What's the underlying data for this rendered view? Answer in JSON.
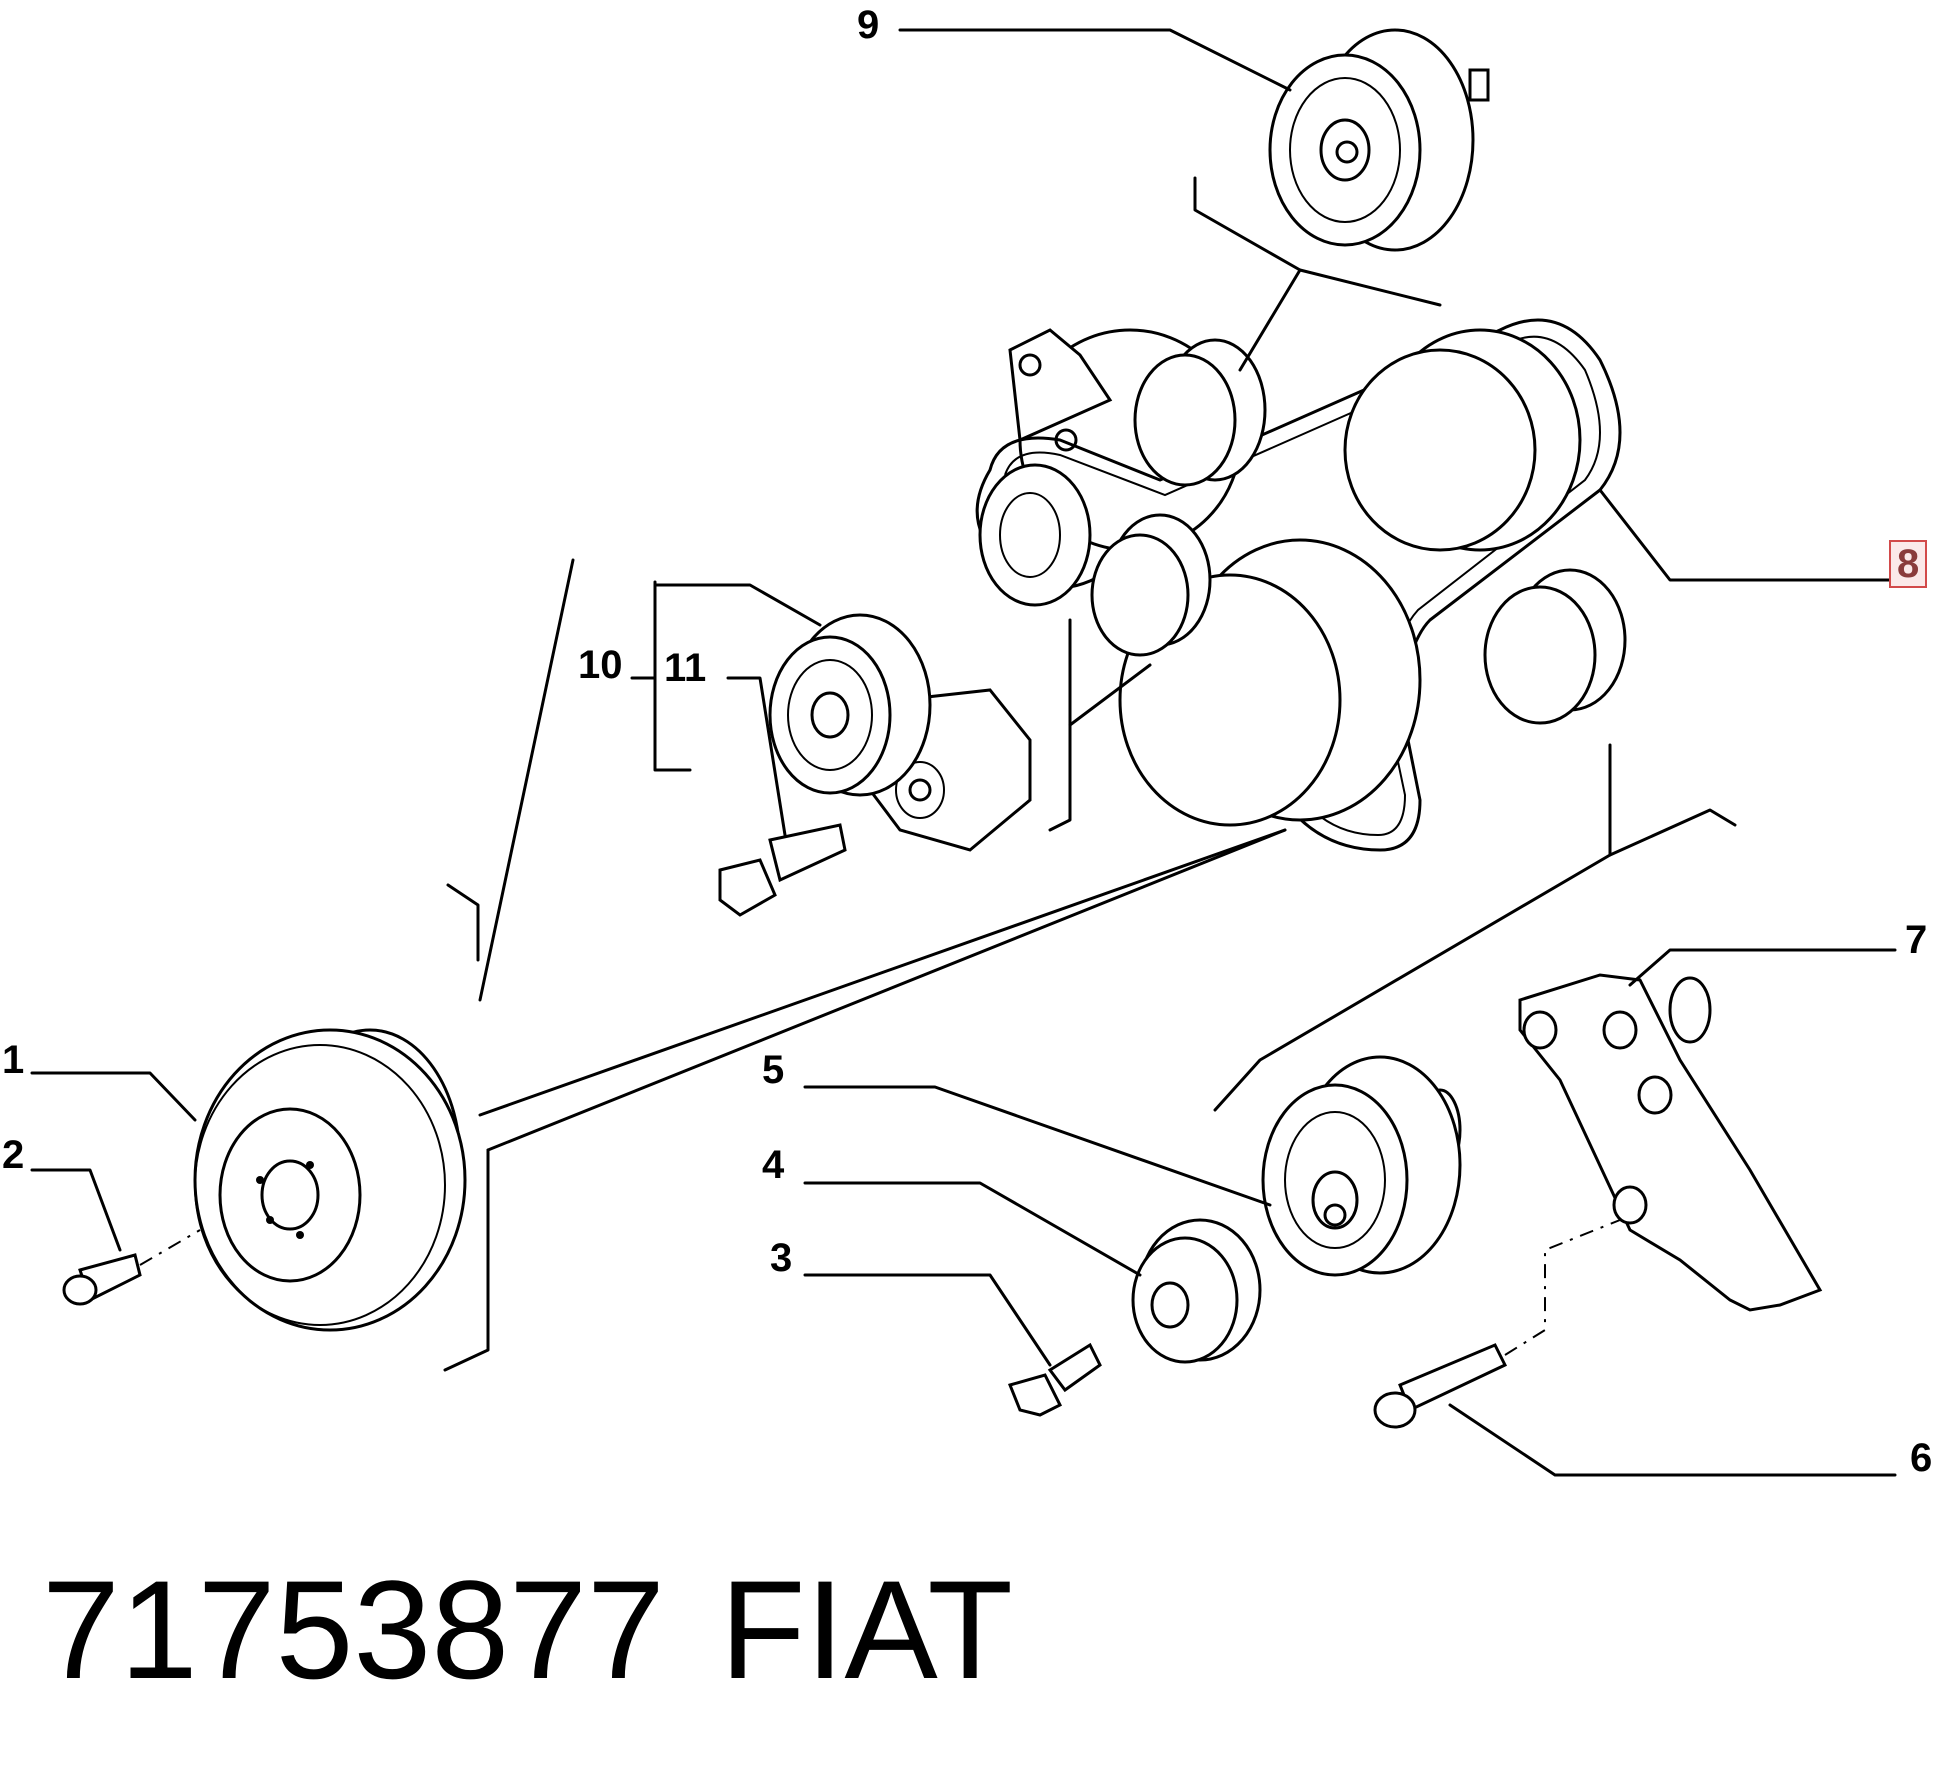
{
  "parts": [
    {
      "id": "1",
      "label": "1"
    },
    {
      "id": "2",
      "label": "2"
    },
    {
      "id": "3",
      "label": "3"
    },
    {
      "id": "4",
      "label": "4"
    },
    {
      "id": "5",
      "label": "5"
    },
    {
      "id": "6",
      "label": "6"
    },
    {
      "id": "7",
      "label": "7"
    },
    {
      "id": "8",
      "label": "8",
      "highlighted": true
    },
    {
      "id": "9",
      "label": "9"
    },
    {
      "id": "10",
      "label": "10"
    },
    {
      "id": "11",
      "label": "11"
    }
  ],
  "footer": {
    "part_number": "71753877",
    "brand": "FIAT"
  },
  "colors": {
    "line": "#000000",
    "highlight_border": "#d24a4a",
    "highlight_fill": "#fbe9e9"
  }
}
